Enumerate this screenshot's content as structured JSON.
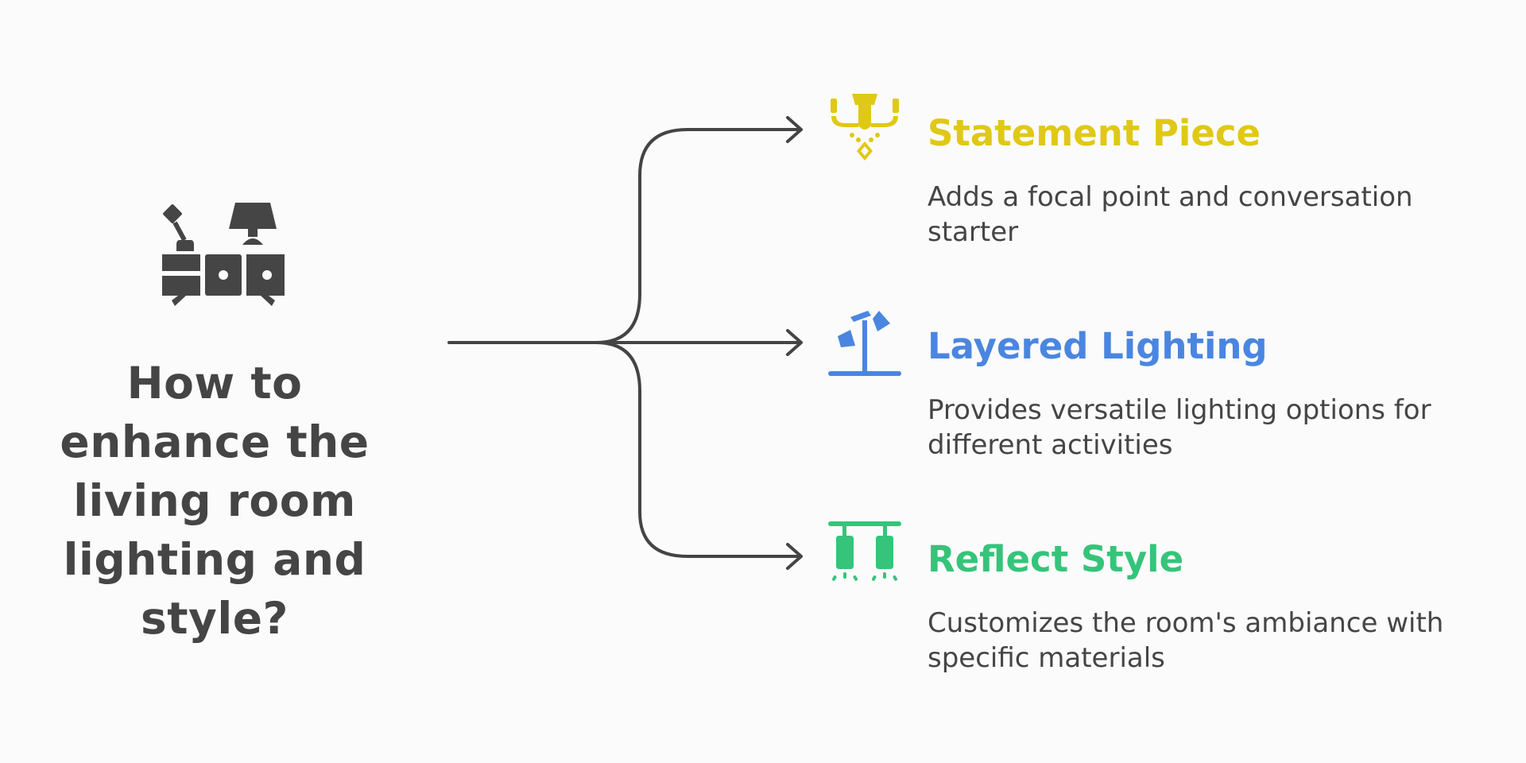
{
  "main": {
    "title": "How to enhance the living room lighting and style?",
    "icon": "living-room-furniture-icon"
  },
  "branches": [
    {
      "title": "Statement Piece",
      "description": "Adds a focal point and conversation starter",
      "color": "#e0c816",
      "icon": "chandelier-icon"
    },
    {
      "title": "Layered Lighting",
      "description": "Provides versatile lighting options for different activities",
      "color": "#4a86e0",
      "icon": "floor-lamp-icon"
    },
    {
      "title": "Reflect Style",
      "description": "Customizes the room's ambiance with specific materials",
      "color": "#35c47a",
      "icon": "pendant-lights-icon"
    }
  ],
  "colors": {
    "text": "#454545",
    "connector": "#444444",
    "background": "#fbfbfb"
  }
}
